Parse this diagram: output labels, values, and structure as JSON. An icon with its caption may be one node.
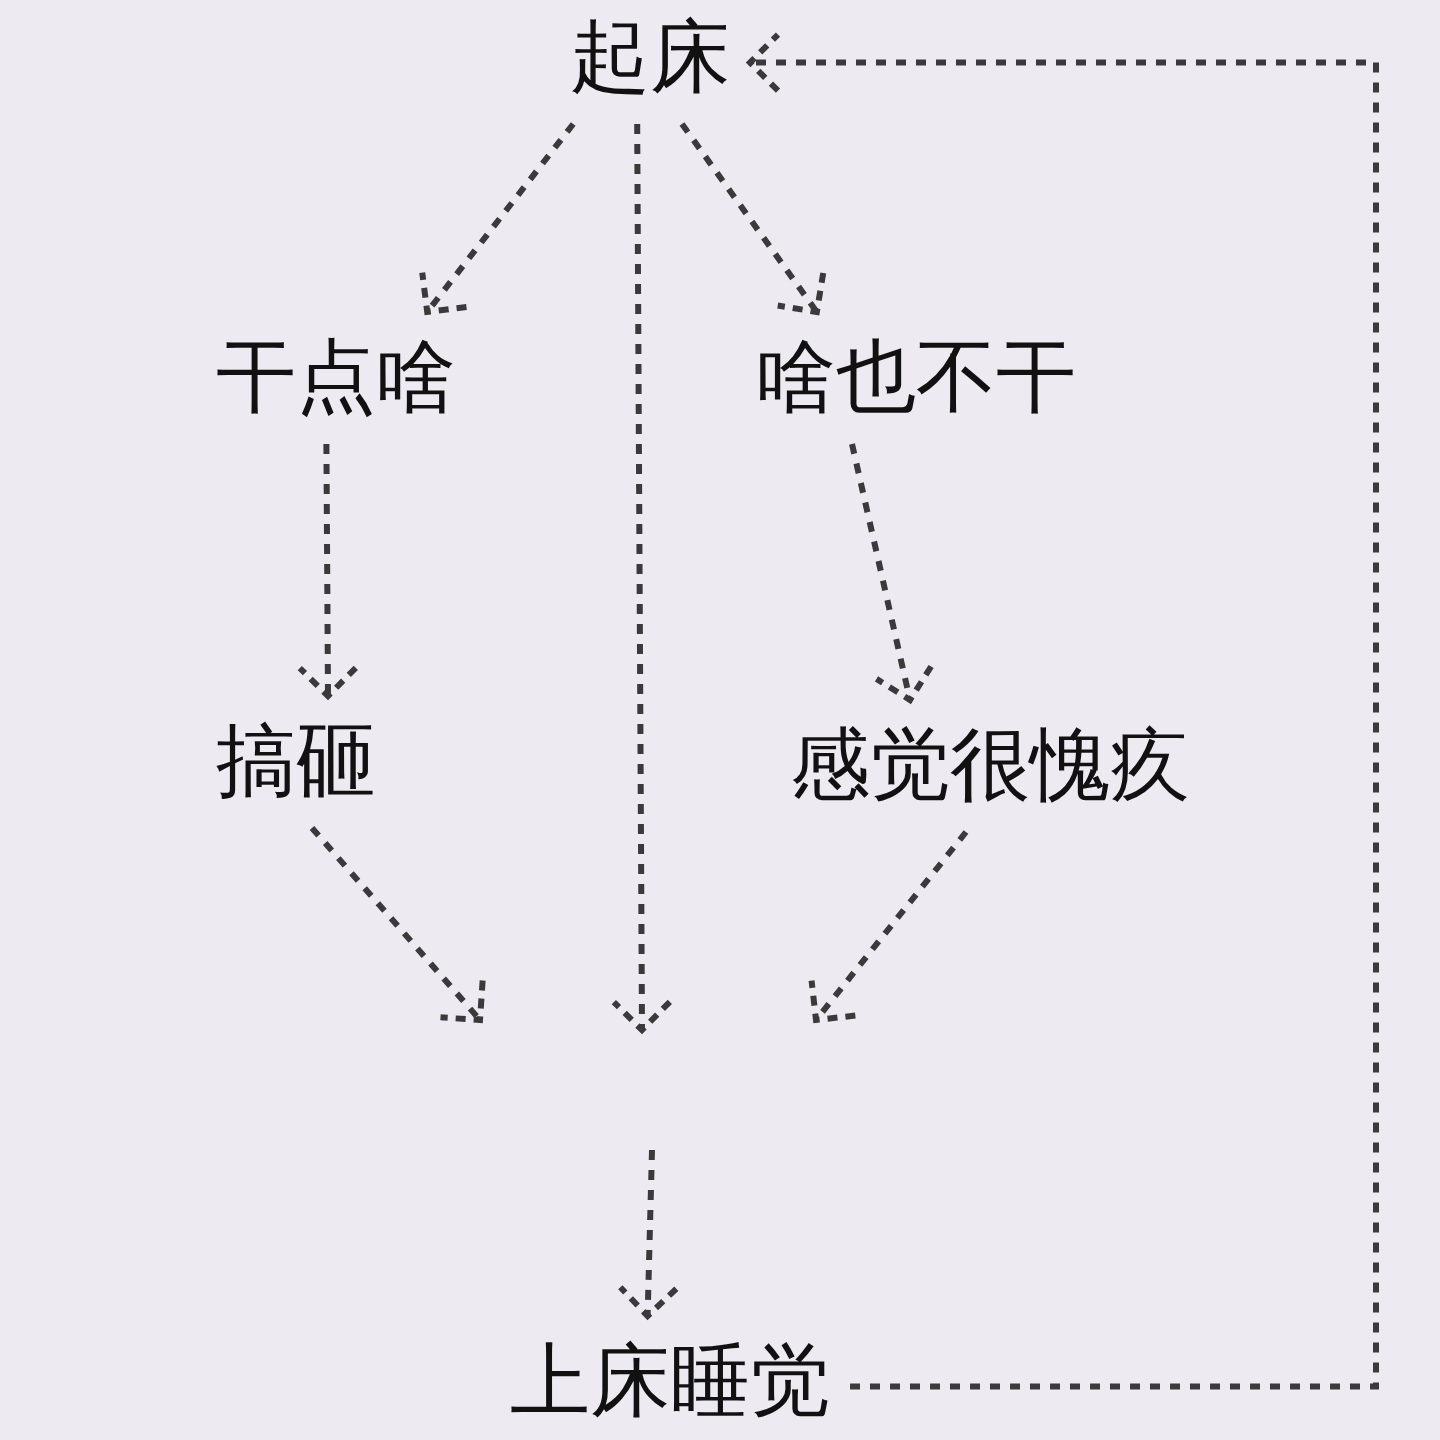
{
  "diagram": {
    "nodes": [
      {
        "text": [
          "起床"
        ]
      },
      {
        "text": [
          "干点啥"
        ]
      },
      {
        "text": [
          "啥也不干"
        ]
      },
      {
        "text": [
          "搞砸"
        ]
      },
      {
        "text": [
          "感觉很愧疚"
        ]
      },
      {
        "text": [
          "上床睡觉"
        ]
      }
    ],
    "edges": [
      {
        "from": 0,
        "to": 1,
        "arrow": "to",
        "style": "dashed"
      },
      {
        "from": 0,
        "to": 2,
        "arrow": "to",
        "style": "dashed"
      },
      {
        "from": 0,
        "to": null,
        "arrow": "to",
        "style": "dashed"
      },
      {
        "from": 1,
        "to": 3,
        "arrow": "to",
        "style": "dashed"
      },
      {
        "from": 2,
        "to": 4,
        "arrow": "to",
        "style": "dashed"
      },
      {
        "from": 3,
        "to": null,
        "arrow": "to",
        "style": "dashed"
      },
      {
        "from": 4,
        "to": null,
        "arrow": "to",
        "style": "dashed"
      },
      {
        "from": null,
        "to": 5,
        "arrow": "to",
        "style": "dashed"
      },
      {
        "from": 5,
        "to": 0,
        "arrow": "to",
        "style": "dashed"
      }
    ]
  }
}
